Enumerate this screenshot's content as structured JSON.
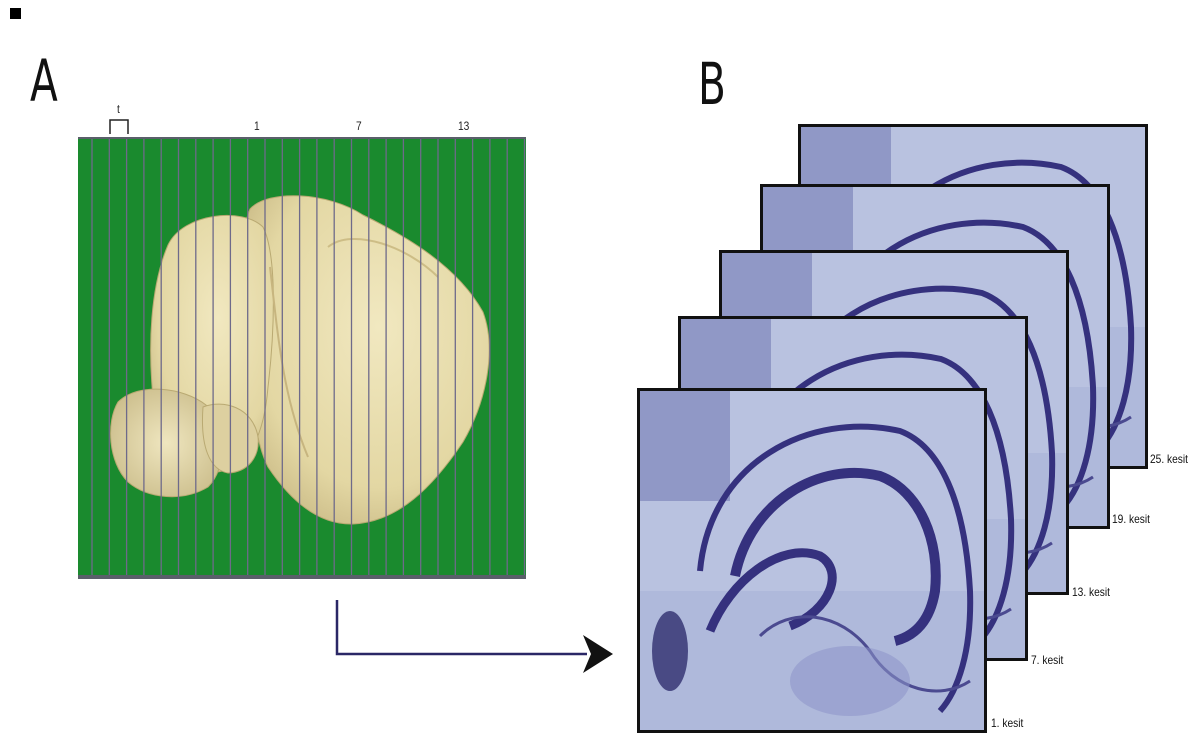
{
  "panel_a": {
    "letter": "A",
    "t_label": "t",
    "slice_numbers": [
      "1",
      "7",
      "13"
    ]
  },
  "panel_b": {
    "letter": "B",
    "sections": [
      {
        "label": "25. kesit"
      },
      {
        "label": "19. kesit"
      },
      {
        "label": "13. kesit"
      },
      {
        "label": "7. kesit"
      },
      {
        "label": "1. kesit"
      }
    ]
  },
  "colors": {
    "background_green": "#1a8a2e",
    "slice_line": "#6e6a8a",
    "brain": "#e9dfae",
    "tissue": "#b9c2e0",
    "stain": "#35317e",
    "arrow": "#2a2766"
  }
}
